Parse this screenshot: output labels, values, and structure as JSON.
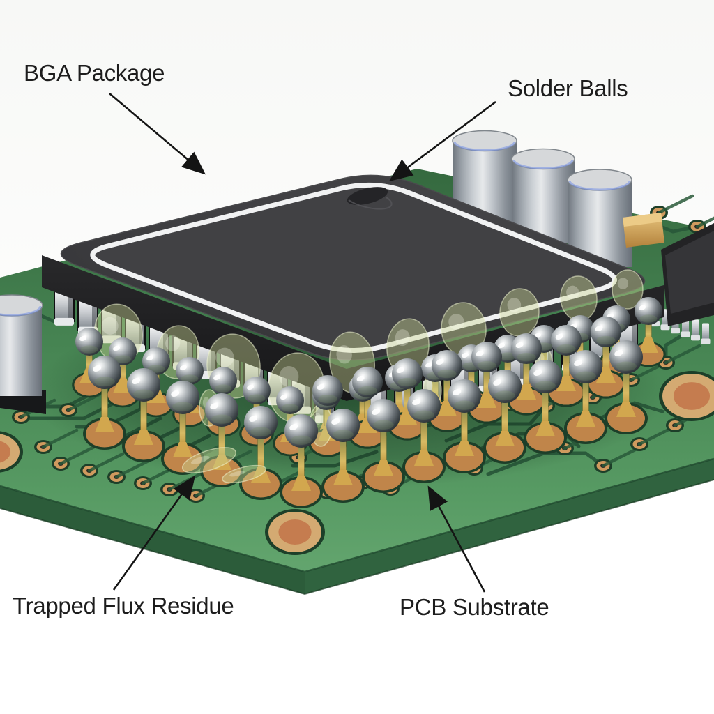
{
  "figure": {
    "type": "annotated-technical-illustration",
    "subject": "BGA package cross-view on PCB showing solder balls and trapped flux residue",
    "labels": [
      {
        "id": "bga-package",
        "text": "BGA Package"
      },
      {
        "id": "solder-balls",
        "text": "Solder Balls"
      },
      {
        "id": "trapped-flux-residue",
        "text": "Trapped Flux Residue"
      },
      {
        "id": "pcb-substrate",
        "text": "PCB Substrate"
      }
    ],
    "colors": {
      "pcb_green": "#4b8b58",
      "pcb_side_green": "#2c5c3a",
      "trace_green": "#29593a",
      "copper": "#c58a4b",
      "chip_body": "#39393c",
      "chip_ring_white": "#f1f2f3",
      "pin_silver": "#c9ccd0",
      "ball_chrome": "#aeb4b8",
      "stem_gold": "#c9a84e",
      "flux_residue": "#cdd694",
      "capacitor_silver": "#c6cbd1",
      "label_text": "#1d1d1d",
      "arrow_black": "#141414"
    }
  }
}
